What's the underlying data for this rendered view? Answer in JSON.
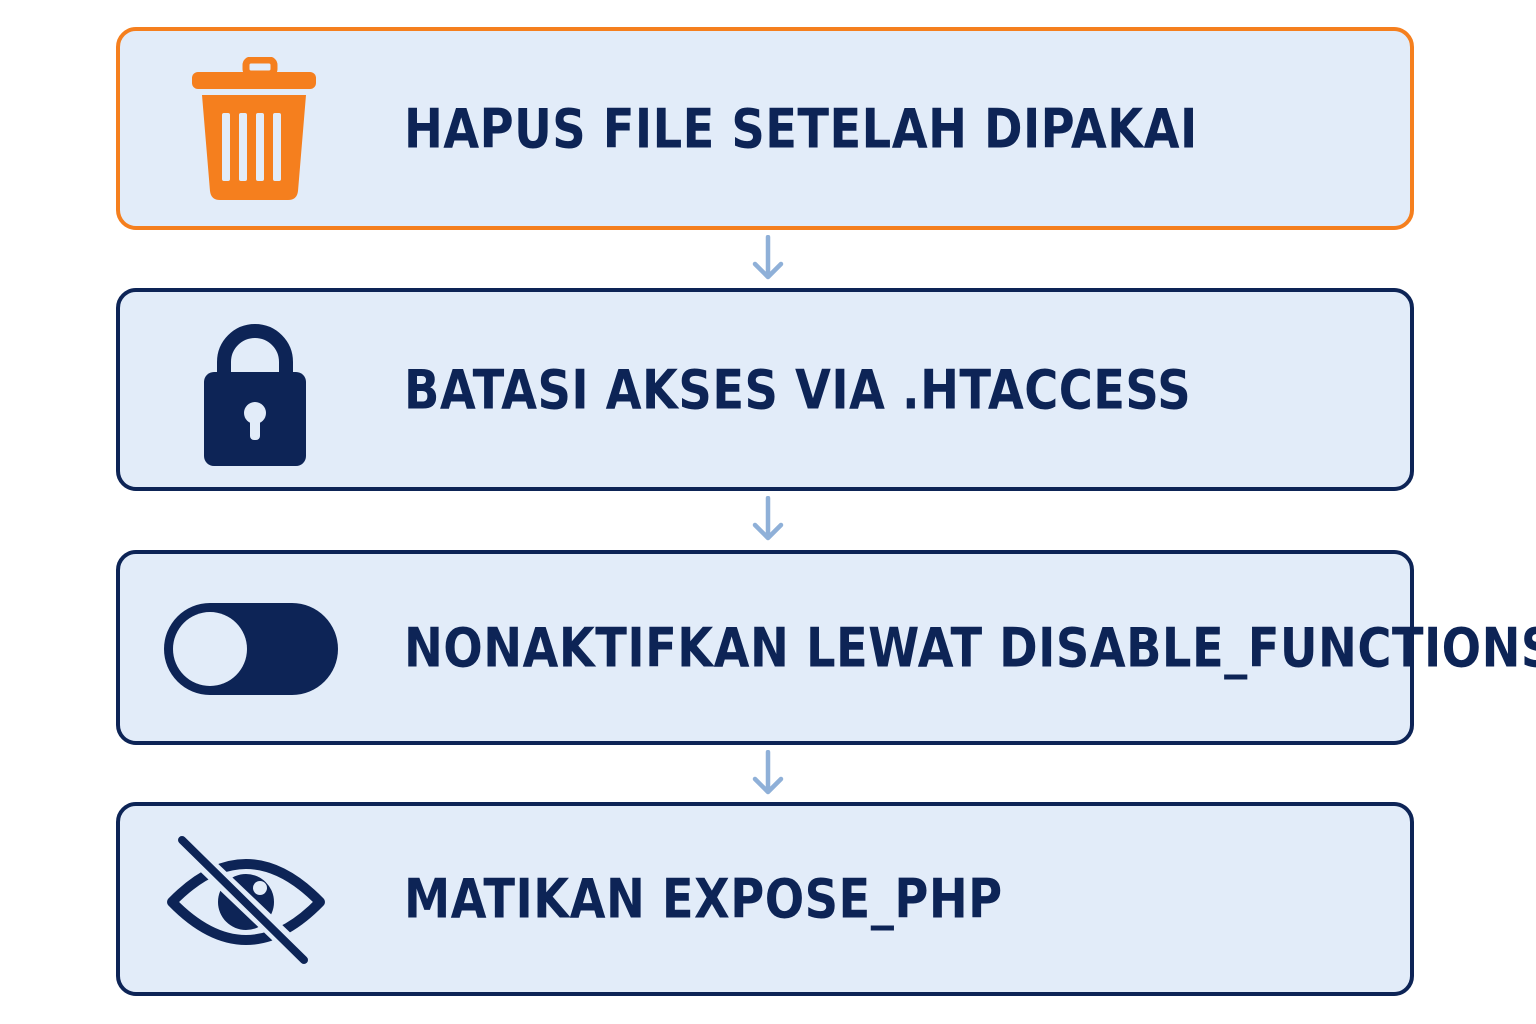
{
  "colors": {
    "box_fill": "#e2ecf9",
    "box_border": "#0d2456",
    "highlight_border": "#f57f1e",
    "text": "#0d2456",
    "arrow": "#8fb0d8"
  },
  "steps": [
    {
      "label": "HAPUS FILE SETELAH DIPAKAI",
      "icon": "trash-icon",
      "highlighted": true
    },
    {
      "label": "BATASI AKSES VIA .HTACCESS",
      "icon": "lock-icon",
      "highlighted": false
    },
    {
      "label": "NONAKTIFKAN LEWAT DISABLE_FUNCTIONS",
      "icon": "toggle-off-icon",
      "highlighted": false
    },
    {
      "label": "MATIKAN EXPOSE_PHP",
      "icon": "eye-off-icon",
      "highlighted": false
    }
  ],
  "connectors": [
    "arrow-down-icon",
    "arrow-down-icon",
    "arrow-down-icon"
  ]
}
